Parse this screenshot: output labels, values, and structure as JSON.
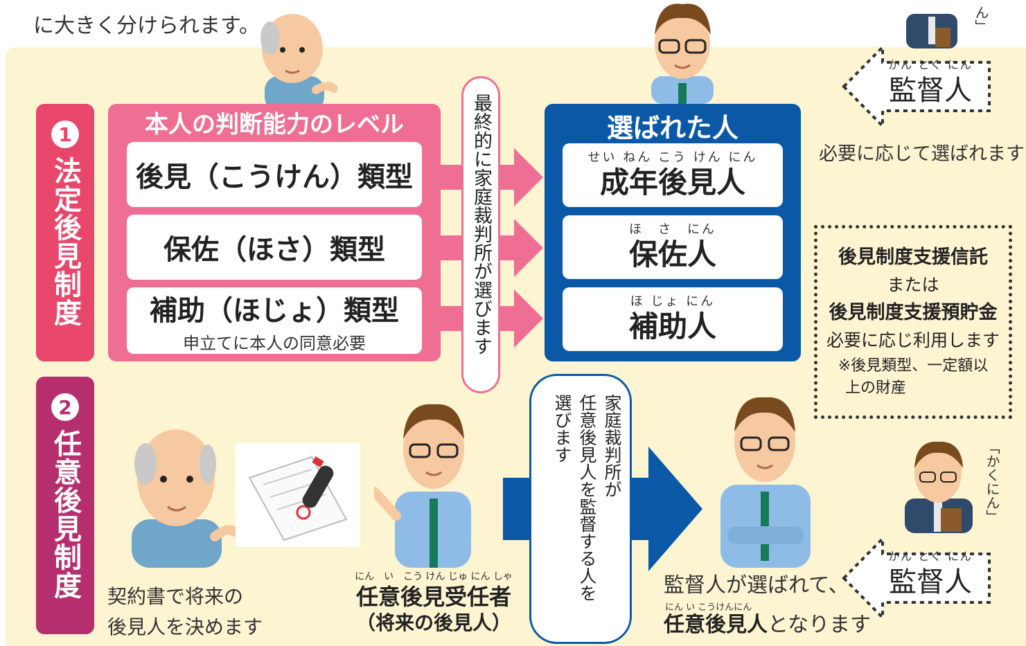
{
  "intro_text": "に大きく分けられます。",
  "section1": {
    "number": "1",
    "title": "法定後見制度"
  },
  "section2": {
    "number": "2",
    "title": "任意後見制度"
  },
  "ability": {
    "header": "本人の判断能力のレベル",
    "types": [
      {
        "label": "後見（こうけん）類型",
        "note": ""
      },
      {
        "label": "保佐（ほさ）類型",
        "note": ""
      },
      {
        "label": "補助（ほじょ）類型",
        "note": "申立てに本人の同意必要"
      }
    ]
  },
  "court_note": "最終的に家庭裁判所が選びます",
  "chosen": {
    "header": "選ばれた人",
    "roles": [
      {
        "ruby": "せい ねん こう けん にん",
        "label": "成年後見人"
      },
      {
        "ruby": "ほ　さ　にん",
        "label": "保佐人"
      },
      {
        "ruby": "ほ じょ にん",
        "label": "補助人"
      }
    ]
  },
  "supervisor_top": {
    "ruby": "かん とく にん",
    "label": "監督人",
    "note": "必要に応じて選ばれます",
    "speech": "ん」"
  },
  "trust": {
    "line1": "後見制度支援信託",
    "line2": "または",
    "line3": "後見制度支援預貯金",
    "line4": "必要に応じ利用します",
    "line5": "※後見類型、一定額以",
    "line6": "上の財産"
  },
  "contract_note": {
    "line1": "契約書で将来の",
    "line2": "後見人を決めます"
  },
  "appointee": {
    "ruby": "にん　い　こう けん じゅ にん しゃ",
    "line1": "任意後見受任者",
    "line2": "（将来の後見人）"
  },
  "court_bubble": {
    "col1": "家庭裁判所が",
    "col2": "任意後見人を監督する人を",
    "col3": "選びます"
  },
  "result": {
    "line1": "監督人が選ばれて、",
    "ruby": "にん い こうけんにん",
    "strong": "任意後見人",
    "rest": "となります"
  },
  "supervisor_bottom": {
    "ruby": "かん とく にん",
    "label": "監督人",
    "speech": "「かくにん」"
  },
  "colors": {
    "pink": "#ee6f93",
    "section1": "#e8476b",
    "section2": "#b52f6e",
    "blue": "#0b59a6",
    "panel": "#fdf4d2"
  }
}
